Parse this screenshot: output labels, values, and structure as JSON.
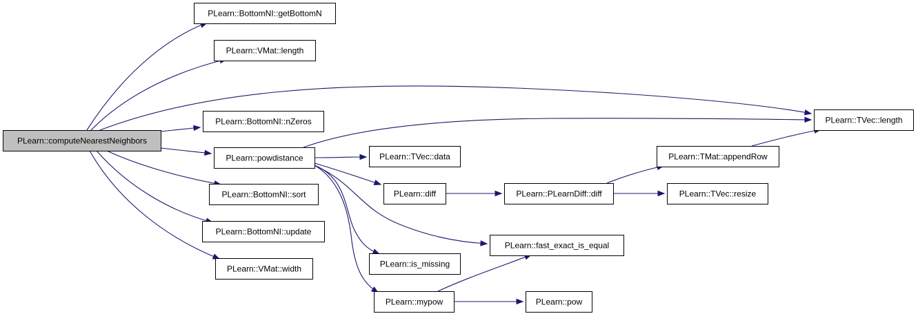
{
  "diagram": {
    "edge_color": "#191970",
    "root_fill": "#bfbfbf",
    "nodes": [
      {
        "id": "computeNearestNeighbors",
        "label": "PLearn::computeNearestNeighbors",
        "root": true
      },
      {
        "id": "getBottomN",
        "label": "PLearn::BottomNI::getBottomN"
      },
      {
        "id": "vmat_length",
        "label": "PLearn::VMat::length"
      },
      {
        "id": "nZeros",
        "label": "PLearn::BottomNI::nZeros"
      },
      {
        "id": "powdistance",
        "label": "PLearn::powdistance"
      },
      {
        "id": "sort",
        "label": "PLearn::BottomNI::sort"
      },
      {
        "id": "update",
        "label": "PLearn::BottomNI::update"
      },
      {
        "id": "width",
        "label": "PLearn::VMat::width"
      },
      {
        "id": "tvec_length",
        "label": "PLearn::TVec::length"
      },
      {
        "id": "tvec_data",
        "label": "PLearn::TVec::data"
      },
      {
        "id": "diff",
        "label": "PLearn::diff"
      },
      {
        "id": "plearndiff_diff",
        "label": "PLearn::PLearnDiff::diff"
      },
      {
        "id": "appendRow",
        "label": "PLearn::TMat::appendRow"
      },
      {
        "id": "resize",
        "label": "PLearn::TVec::resize"
      },
      {
        "id": "fast_exact_is_equal",
        "label": "PLearn::fast_exact_is_equal"
      },
      {
        "id": "is_missing",
        "label": "PLearn::is_missing"
      },
      {
        "id": "mypow",
        "label": "PLearn::mypow"
      },
      {
        "id": "pow",
        "label": "PLearn::pow"
      }
    ],
    "edges": [
      {
        "from": "computeNearestNeighbors",
        "to": "getBottomN"
      },
      {
        "from": "computeNearestNeighbors",
        "to": "vmat_length"
      },
      {
        "from": "computeNearestNeighbors",
        "to": "tvec_length"
      },
      {
        "from": "computeNearestNeighbors",
        "to": "nZeros"
      },
      {
        "from": "computeNearestNeighbors",
        "to": "powdistance"
      },
      {
        "from": "computeNearestNeighbors",
        "to": "sort"
      },
      {
        "from": "computeNearestNeighbors",
        "to": "update"
      },
      {
        "from": "computeNearestNeighbors",
        "to": "width"
      },
      {
        "from": "powdistance",
        "to": "tvec_length"
      },
      {
        "from": "powdistance",
        "to": "tvec_data"
      },
      {
        "from": "powdistance",
        "to": "diff"
      },
      {
        "from": "powdistance",
        "to": "fast_exact_is_equal"
      },
      {
        "from": "powdistance",
        "to": "is_missing"
      },
      {
        "from": "powdistance",
        "to": "mypow"
      },
      {
        "from": "diff",
        "to": "plearndiff_diff"
      },
      {
        "from": "plearndiff_diff",
        "to": "appendRow"
      },
      {
        "from": "plearndiff_diff",
        "to": "resize"
      },
      {
        "from": "appendRow",
        "to": "tvec_length"
      },
      {
        "from": "mypow",
        "to": "fast_exact_is_equal"
      },
      {
        "from": "mypow",
        "to": "pow"
      }
    ]
  }
}
